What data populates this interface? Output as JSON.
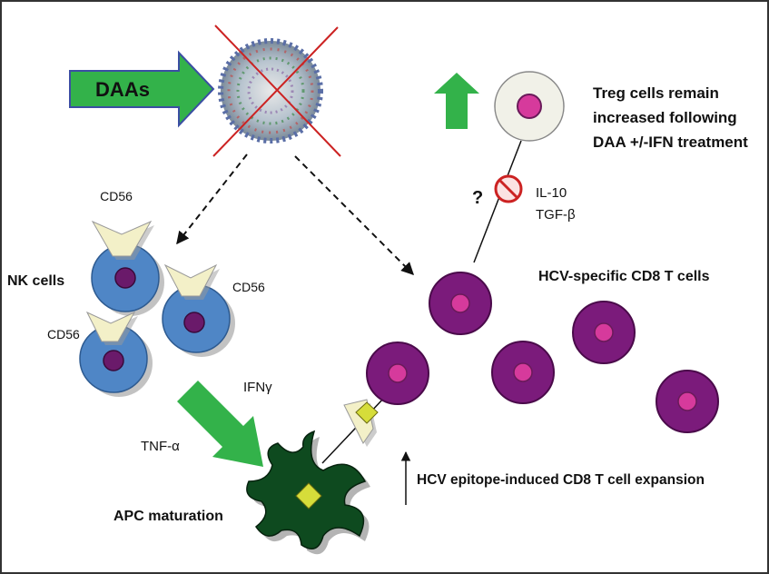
{
  "drug": {
    "label": "DAAs"
  },
  "treg": {
    "line1": "Treg cells  remain",
    "line2": "increased following",
    "line3": "DAA +/-IFN treatment",
    "question": "?",
    "cytokine1": "IL-10",
    "cytokine2": "TGF-β"
  },
  "nk": {
    "label": "NK cells",
    "marker_top": "CD56",
    "marker_right": "CD56",
    "marker_left": "CD56"
  },
  "cytokines": {
    "ifn": "IFNγ",
    "tnf": "TNF-α"
  },
  "apc": {
    "label": "APC maturation"
  },
  "cd8": {
    "label": "HCV-specific CD8 T cells",
    "expansion_label": "HCV epitope-induced CD8 T cell expansion"
  },
  "colors": {
    "arrow_green": "#33b24a",
    "nk_cell": "#4f86c6",
    "cd8_cell": "#7b1b7b",
    "nucleus_pink": "#d63a9c",
    "apc_green": "#0e4a1f",
    "receptor": "#f3f0c8",
    "epitope": "#d6dd3a",
    "cross": "#cc2222"
  }
}
